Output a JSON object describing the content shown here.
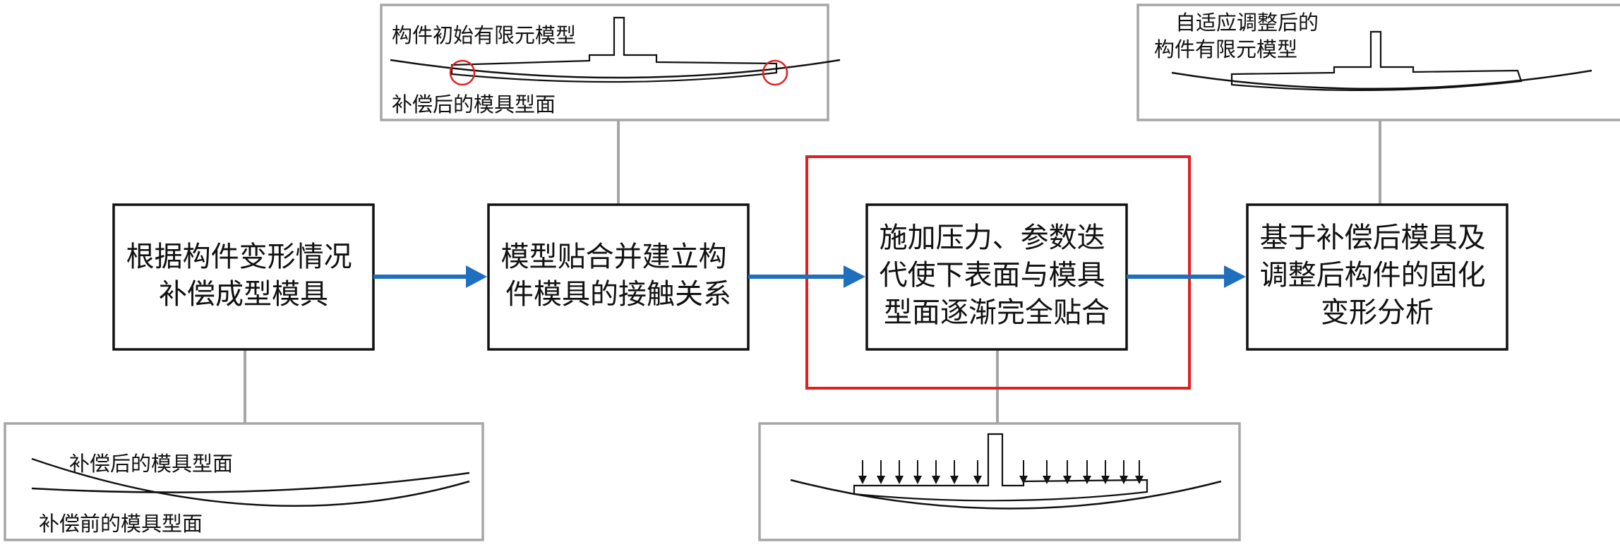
{
  "stages": [
    {
      "lines": [
        "根据构件变形情况",
        "补偿成型模具"
      ]
    },
    {
      "lines": [
        "模型贴合并建立构",
        "件模具的接触关系"
      ]
    },
    {
      "lines": [
        "施加压力、参数迭",
        "代使下表面与模具",
        "型面逐渐完全贴合"
      ]
    },
    {
      "lines": [
        "基于补偿后模具及",
        "调整后构件的固化",
        "变形分析"
      ]
    }
  ],
  "insets": {
    "top_left": {
      "label_top": "构件初始有限元模型",
      "label_bottom": "补偿后的模具型面"
    },
    "top_right": {
      "label_lines": [
        "自适应调整后的",
        "构件有限元模型"
      ]
    },
    "bottom_left": {
      "label_top": "补偿后的模具型面",
      "label_bottom": "补偿前的模具型面"
    }
  },
  "colors": {
    "arrow": "#1f6fbf",
    "highlight": "#e02020",
    "inset_border": "#a6a6a6",
    "connector": "#a6a6a6",
    "stroke": "#111111"
  }
}
